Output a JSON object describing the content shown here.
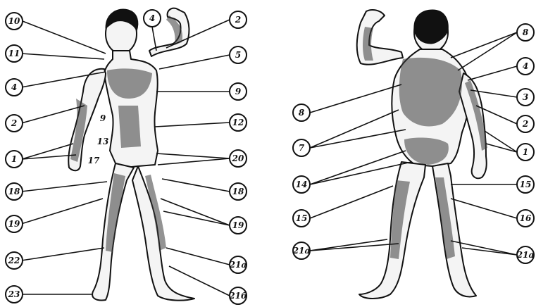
{
  "labels": {
    "front_left": [
      "10",
      "11",
      "4",
      "2",
      "1",
      "18",
      "19",
      "22",
      "23"
    ],
    "front_right": [
      "4",
      "2",
      "5",
      "9",
      "12",
      "20",
      "18",
      "19",
      "21a",
      "21б"
    ],
    "front_inner": [
      "9",
      "13",
      "17"
    ],
    "back_left": [
      "8",
      "7",
      "14",
      "15",
      "21a"
    ],
    "back_right": [
      "8",
      "4",
      "3",
      "2",
      "1",
      "15",
      "16",
      "21a"
    ]
  }
}
